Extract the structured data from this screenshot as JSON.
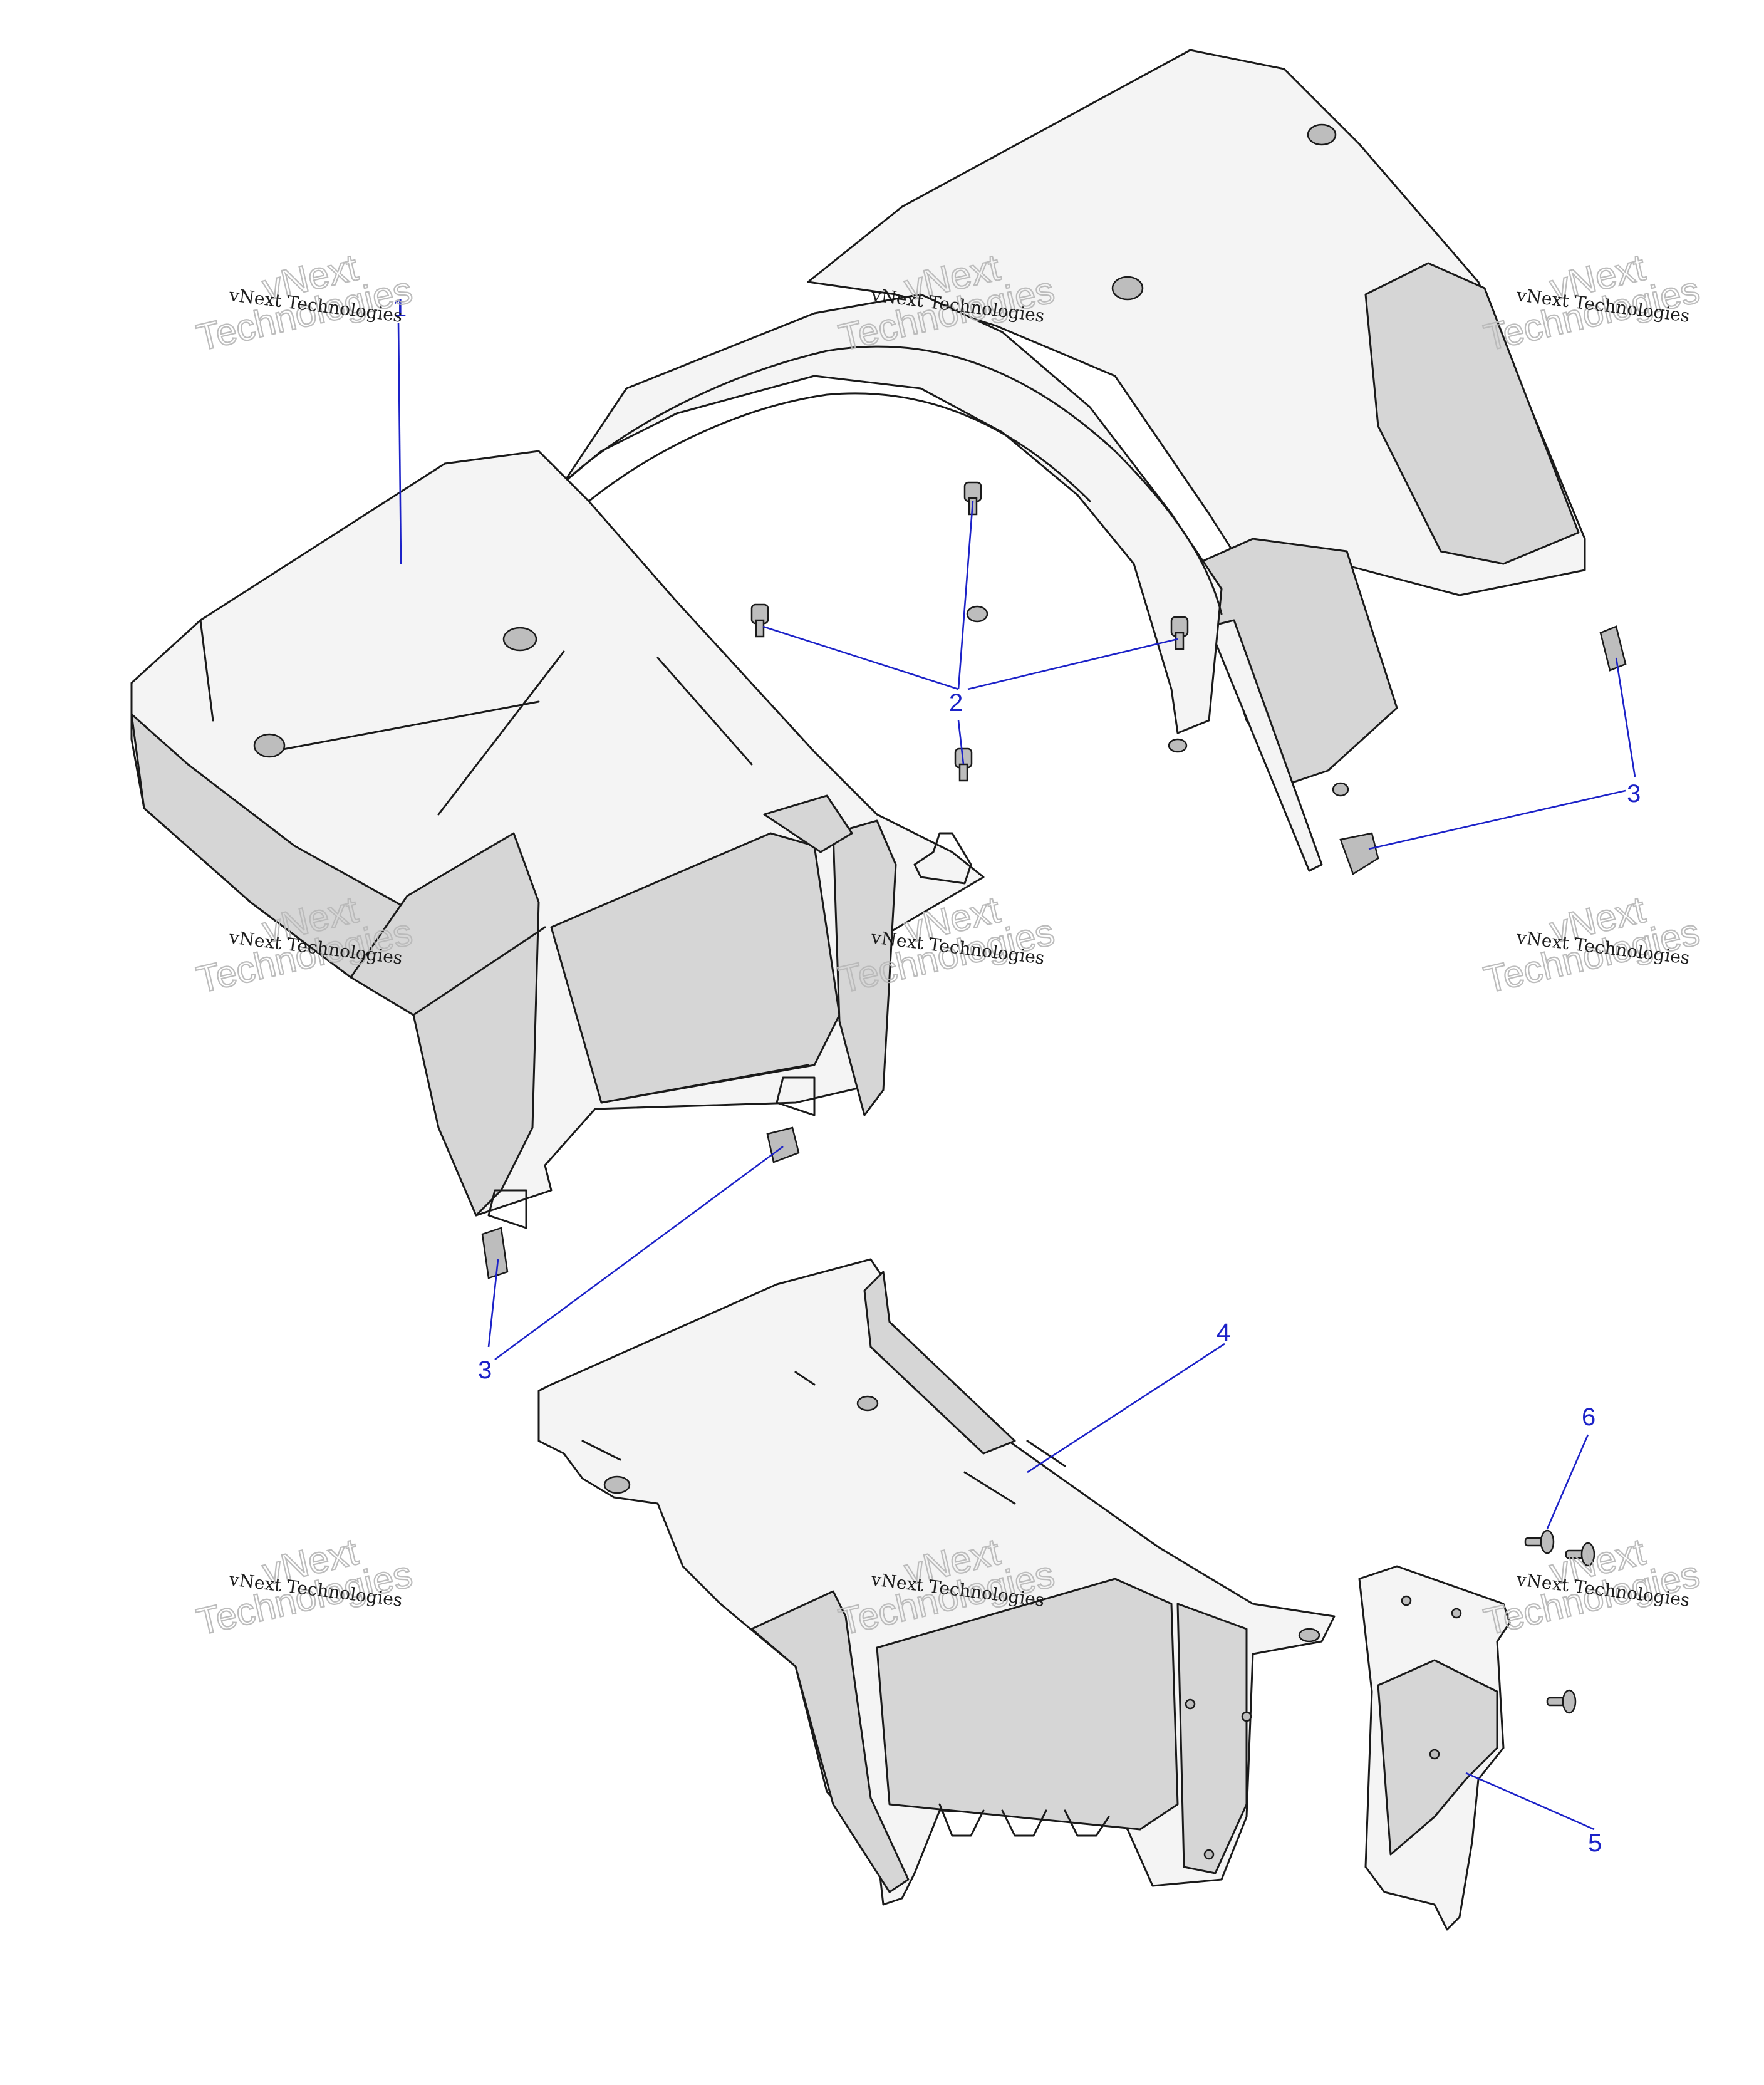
{
  "callouts": {
    "part1": "1",
    "part2": "2",
    "part3_right": "3",
    "part3_left": "3",
    "part4": "4",
    "part5": "5",
    "part6": "6"
  },
  "watermark": {
    "line": "vNext Technologies",
    "big_top": "vNext",
    "big_bottom": "Technologies"
  },
  "colors": {
    "callout": "#1c22c8",
    "part_shade": "#d6d6d6",
    "outline": "#1a1a1a"
  }
}
